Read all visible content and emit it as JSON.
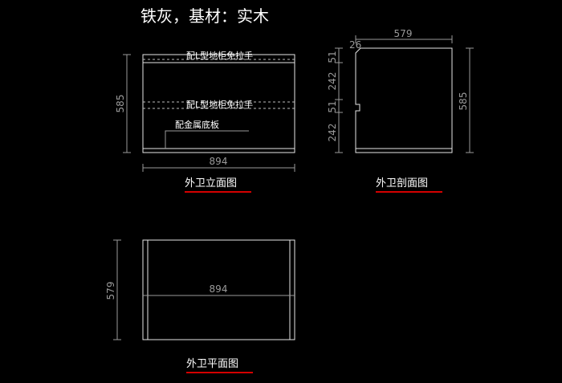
{
  "title": "铁灰，基材：实木",
  "elevation": {
    "caption": "外卫立面图",
    "label_top_handle": "配L型地柜免拉手",
    "label_mid_handle": "配L型地柜免拉手",
    "label_base": "配金属底板",
    "dim_height": "585",
    "dim_width": "894"
  },
  "section": {
    "caption": "外卫剖面图",
    "dim_width": "579",
    "dim_offset": "26",
    "dim_seg_1": "51",
    "dim_seg_2": "242",
    "dim_seg_3": "51",
    "dim_seg_4": "242",
    "dim_height": "585"
  },
  "plan": {
    "caption": "外卫平面图",
    "dim_depth": "579",
    "dim_width": "894"
  },
  "colors": {
    "background": "#000000",
    "line": "#e6e6e6",
    "dimension": "#9a9a9a",
    "caption_underline": "#d40000"
  }
}
